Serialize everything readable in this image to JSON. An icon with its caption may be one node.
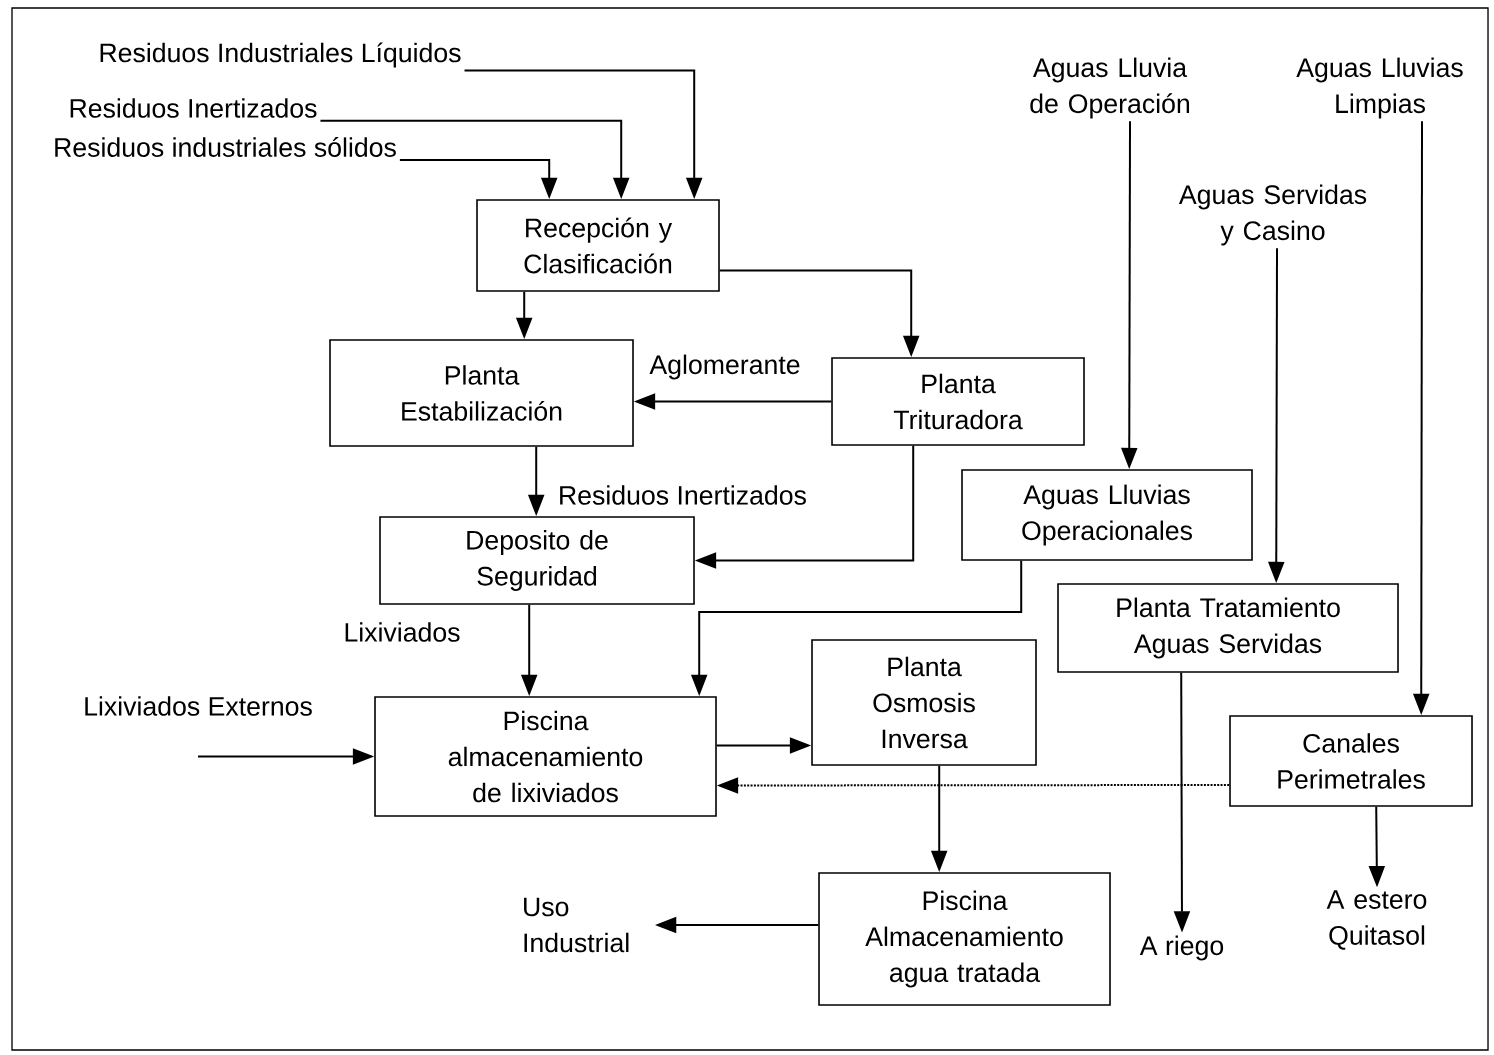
{
  "diagram": {
    "nodes": [
      {
        "text": [
          "Residuos  Industriales Líquidos"
        ]
      },
      {
        "text": [
          "Residuos Inertizados"
        ]
      },
      {
        "text": [
          "Residuos industriales sólidos"
        ]
      },
      {
        "text": [
          "Recepción y Clasificación"
        ]
      },
      {
        "text": [
          "Aguas Lluvia de Operación"
        ]
      },
      {
        "text": [
          "Aguas Lluvias Limpias"
        ]
      },
      {
        "text": [
          "Aguas Servidas y Casino"
        ]
      },
      {
        "text": [
          "Planta Estabilización"
        ]
      },
      {
        "text": [
          "Planta Trituradora"
        ]
      },
      {
        "text": [
          "Aguas Lluvias Operacionales"
        ]
      },
      {
        "text": [
          "Deposito de Seguridad"
        ]
      },
      {
        "text": [
          "Planta Tratamiento Aguas Servidas"
        ]
      },
      {
        "text": [
          "Lixiviados  Externos"
        ]
      },
      {
        "text": [
          "Piscina almacenamiento de lixiviados"
        ]
      },
      {
        "text": [
          "Planta Osmosis Inversa"
        ]
      },
      {
        "text": [
          "Canales Perimetrales"
        ]
      },
      {
        "text": [
          "Uso Industrial"
        ]
      },
      {
        "text": [
          "Piscina Almacenamiento agua tratada"
        ]
      },
      {
        "text": [
          "A riego"
        ]
      },
      {
        "text": [
          "A estero Quitasol"
        ]
      }
    ],
    "edges": [
      {
        "from": 0,
        "to": 3,
        "arrow": "to"
      },
      {
        "from": 1,
        "to": 3,
        "arrow": "to"
      },
      {
        "from": 2,
        "to": 3,
        "arrow": "to"
      },
      {
        "from": 3,
        "to": 7,
        "arrow": "to"
      },
      {
        "from": 3,
        "to": 8,
        "arrow": "to"
      },
      {
        "from": 8,
        "to": 7,
        "arrow": "to",
        "label": "Aglomerante"
      },
      {
        "from": 7,
        "to": 10,
        "arrow": "to",
        "label": "Residuos Inertizados"
      },
      {
        "from": 8,
        "to": 10,
        "arrow": "to"
      },
      {
        "from": 4,
        "to": 9,
        "arrow": "to"
      },
      {
        "from": 6,
        "to": 11,
        "arrow": "to"
      },
      {
        "from": 5,
        "to": 15,
        "arrow": "to"
      },
      {
        "from": 10,
        "to": 13,
        "arrow": "to",
        "label": "Lixiviados"
      },
      {
        "from": 9,
        "to": 13,
        "arrow": "to"
      },
      {
        "from": 12,
        "to": 13,
        "arrow": "to"
      },
      {
        "from": 13,
        "to": 14,
        "arrow": "to"
      },
      {
        "from": 14,
        "to": 17,
        "arrow": "to"
      },
      {
        "from": 15,
        "to": 13,
        "arrow": "to",
        "style": "dashed"
      },
      {
        "from": 17,
        "to": 16,
        "arrow": "to"
      },
      {
        "from": 11,
        "to": 18,
        "arrow": "to"
      },
      {
        "from": 15,
        "to": 19,
        "arrow": "to"
      }
    ]
  }
}
